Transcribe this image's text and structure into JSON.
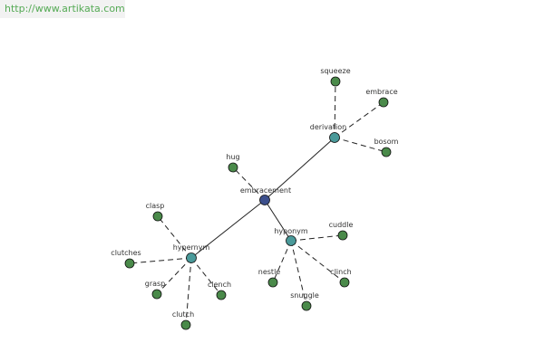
{
  "watermark": "http://www.artikata.com",
  "colors": {
    "root": "#3c4f8c",
    "relation": "#4a9a9a",
    "word": "#4a8a4a"
  },
  "diagram": {
    "nodes": [
      {
        "id": "embracement",
        "label": "embracement",
        "kind": "root"
      },
      {
        "id": "derivation",
        "label": "derivation",
        "kind": "relation"
      },
      {
        "id": "hypernym",
        "label": "hypernym",
        "kind": "relation"
      },
      {
        "id": "hyponym",
        "label": "hyponym",
        "kind": "relation"
      },
      {
        "id": "squeeze",
        "label": "squeeze",
        "kind": "word"
      },
      {
        "id": "embrace",
        "label": "embrace",
        "kind": "word"
      },
      {
        "id": "bosom",
        "label": "bosom",
        "kind": "word"
      },
      {
        "id": "hug",
        "label": "hug",
        "kind": "word"
      },
      {
        "id": "clasp",
        "label": "clasp",
        "kind": "word"
      },
      {
        "id": "clutches",
        "label": "clutches",
        "kind": "word"
      },
      {
        "id": "grasp",
        "label": "grasp",
        "kind": "word"
      },
      {
        "id": "clutch",
        "label": "clutch",
        "kind": "word"
      },
      {
        "id": "clench",
        "label": "clench",
        "kind": "word"
      },
      {
        "id": "cuddle",
        "label": "cuddle",
        "kind": "word"
      },
      {
        "id": "nestle",
        "label": "nestle",
        "kind": "word"
      },
      {
        "id": "snuggle",
        "label": "snuggle",
        "kind": "word"
      },
      {
        "id": "clinch",
        "label": "clinch",
        "kind": "word"
      }
    ],
    "edges": [
      {
        "from": "embracement",
        "to": "derivation",
        "style": "solid"
      },
      {
        "from": "embracement",
        "to": "hypernym",
        "style": "solid"
      },
      {
        "from": "embracement",
        "to": "hyponym",
        "style": "solid"
      },
      {
        "from": "embracement",
        "to": "hug",
        "style": "dashed"
      },
      {
        "from": "derivation",
        "to": "squeeze",
        "style": "dashed"
      },
      {
        "from": "derivation",
        "to": "embrace",
        "style": "dashed"
      },
      {
        "from": "derivation",
        "to": "bosom",
        "style": "dashed"
      },
      {
        "from": "hypernym",
        "to": "clasp",
        "style": "dashed"
      },
      {
        "from": "hypernym",
        "to": "clutches",
        "style": "dashed"
      },
      {
        "from": "hypernym",
        "to": "grasp",
        "style": "dashed"
      },
      {
        "from": "hypernym",
        "to": "clutch",
        "style": "dashed"
      },
      {
        "from": "hypernym",
        "to": "clench",
        "style": "dashed"
      },
      {
        "from": "hyponym",
        "to": "cuddle",
        "style": "dashed"
      },
      {
        "from": "hyponym",
        "to": "nestle",
        "style": "dashed"
      },
      {
        "from": "hyponym",
        "to": "snuggle",
        "style": "dashed"
      },
      {
        "from": "hyponym",
        "to": "clinch",
        "style": "dashed"
      }
    ]
  }
}
